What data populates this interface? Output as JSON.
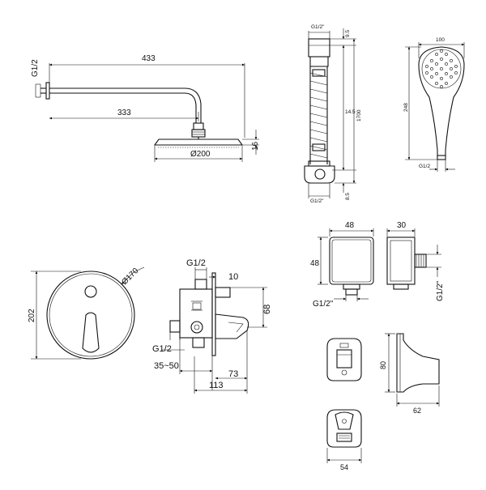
{
  "shower_arm": {
    "thread": "G1/2",
    "length_total": "433",
    "length_arm": "333",
    "head_thickness": "16",
    "head_diameter": "Ø200"
  },
  "hose": {
    "thread_top": "G1/2\"",
    "thread_bottom": "G1/2\"",
    "top_offset": "9.5",
    "middle": "14.5",
    "length": "1700",
    "bottom_offset": "8.5"
  },
  "hand_shower": {
    "width": "100",
    "length": "248",
    "thread": "G1/2"
  },
  "mixer_plate": {
    "height": "202",
    "diameter": "Ø170"
  },
  "mixer_body": {
    "thread_top": "G1/2",
    "depth_front": "10",
    "outlet_height": "68",
    "thread_left": "G1/2",
    "wall_depth": "35~50",
    "lever_depth": "73",
    "total_depth": "113"
  },
  "wall_outlet": {
    "front_width": "48",
    "front_height": "48",
    "front_thread": "G1/2\"",
    "side_width": "30",
    "side_thread": "G1/2\""
  },
  "holder": {
    "height": "80",
    "depth": "62",
    "width": "54"
  }
}
